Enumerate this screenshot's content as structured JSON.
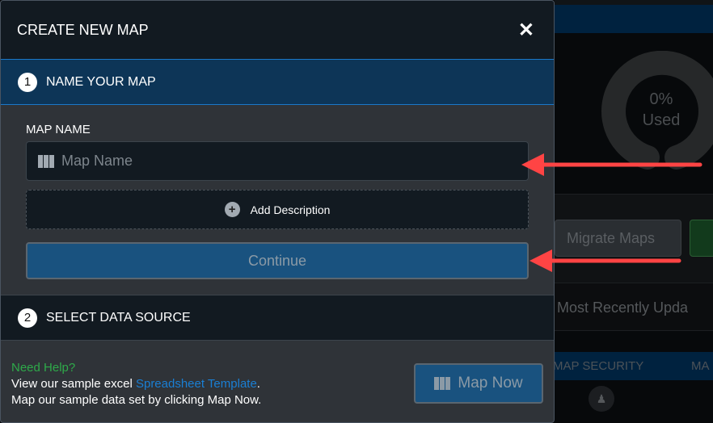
{
  "background": {
    "usage_percent": 0,
    "usage_text": "0%",
    "usage_label": "Used",
    "migrate_button": "Migrate Maps",
    "recent_label": "Most Recently Upda",
    "table_headers": [
      "MAP SECURITY",
      "MA"
    ]
  },
  "modal": {
    "title": "CREATE NEW MAP",
    "step1": {
      "number": "1",
      "title": "NAME YOUR MAP",
      "field_label": "MAP NAME",
      "placeholder": "Map Name",
      "value": "",
      "add_description": "Add Description",
      "continue": "Continue"
    },
    "step2": {
      "number": "2",
      "title": "SELECT DATA SOURCE"
    },
    "footer": {
      "need_help": "Need Help?",
      "line1_prefix": "View our sample excel ",
      "line1_link": "Spreadsheet Template",
      "line1_suffix": ".",
      "line2": "Map our sample data set by clicking Map Now.",
      "map_now": "Map Now"
    }
  },
  "colors": {
    "accent": "#1a78c8",
    "annotation": "#ff4444",
    "help": "#2eaa4a"
  }
}
